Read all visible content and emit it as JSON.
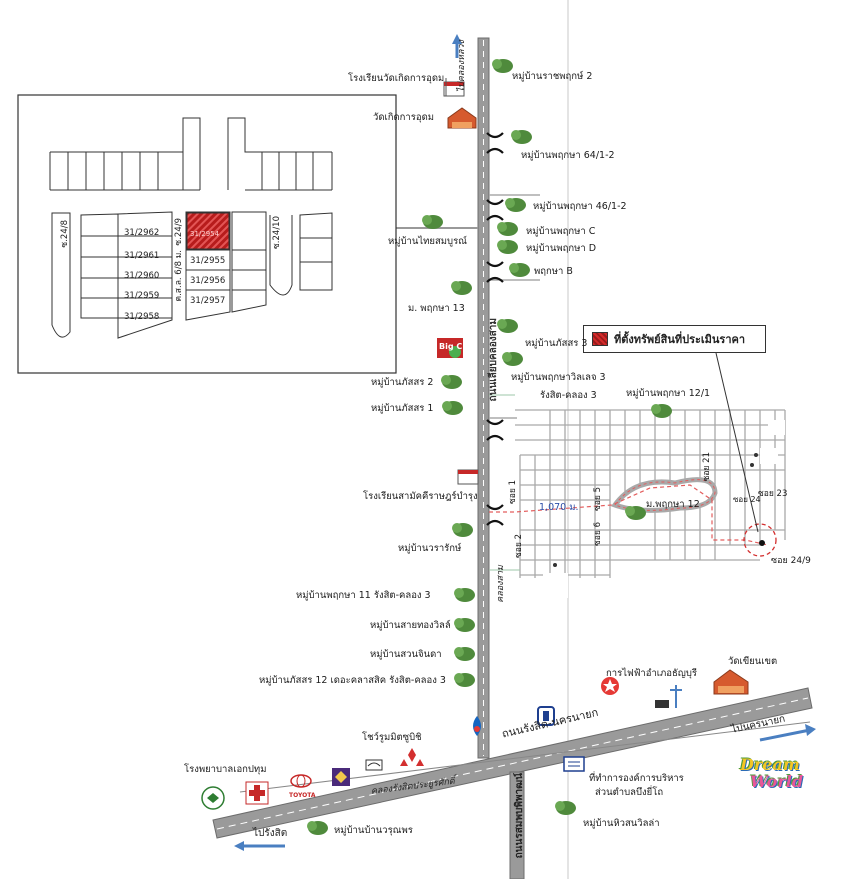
{
  "legend": {
    "label": "ที่ตั้งทรัพย์สินที่ประเมินราคา",
    "color": "#c62828"
  },
  "colors": {
    "road": "#9a9a9a",
    "road_edge": "#6c6c6c",
    "village": "#4f8a3c",
    "marker": "#d32f2f",
    "water": "#9ec7a9"
  },
  "roads": {
    "main_vertical": "ถนนเลียบคลองสาม",
    "canal": "คลองสาม",
    "to_north": "ไปคลองหลวง",
    "main_diagonal": "ถนนรังสิต-นครนายก",
    "canal_diagonal": "คลองรังสิตประยูรศักดิ์",
    "to_west": "ไปรังสิต",
    "to_east": "ไปนครนายก",
    "south_road": "ถนนรสมพบพิพาฒน์"
  },
  "places": {
    "school_wat": "โรงเรียนวัดเกิดการอุดม",
    "wat": "วัดเกิดการอุดม",
    "v_ratchaphruk2": "หมู่บ้านราชพฤกษ์ 2",
    "v_phruksa_64": "หมู่บ้านพฤกษา 64/1-2",
    "v_phruksa_46": "หมู่บ้านพฤกษา 46/1-2",
    "v_thaisombun": "หมู่บ้านไทยสมบูรณ์",
    "v_phruksa_c": "หมู่บ้านพฤกษา C",
    "v_phruksa_d": "หมู่บ้านพฤกษา D",
    "v_phruksa_b": "พฤกษา B",
    "v_phruksa_13": "ม. พฤกษา 13",
    "big_c": "Big C",
    "v_phatsorn3": "หมู่บ้านภัสสร 3",
    "v_phruksa_ville3": "หมู่บ้านพฤกษาวิลเลจ 3",
    "rangsit_khlong3": "รังสิต-คลอง 3",
    "v_phatsorn2": "หมู่บ้านภัสสร 2",
    "v_phatsorn1": "หมู่บ้านภัสสร 1",
    "v_phruksa_12_1": "หมู่บ้านพฤกษา 12/1",
    "school_samakkhi": "โรงเรียนสามัคคีราษฎร์บำรุง",
    "v_phruksa12": "ม.พฤกษา 12",
    "distance": "1,070 ม.",
    "v_wararak": "หมู่บ้านวรารักษ์",
    "v_phruksa_11": "หมู่บ้านพฤกษา 11 รังสิต-คลอง 3",
    "v_saithong": "หมู่บ้านสายทองวิลล์",
    "v_suanchinda": "หมู่บ้านสวนจินดา",
    "v_phatsorn12": "หมู่บ้านภัสสร 12 เดอะคลาสสิค รังสิต-คลอง 3",
    "pea": "การไฟฟ้าอำเภอธัญบุรี",
    "wat_khian": "วัดเขียนเขต",
    "mitsubishi": "โชว์รูมมิตซูบิชิ",
    "hospital": "โรงพยาบาลเอกปทุม",
    "toyota": "TOYOTA",
    "sao": "ที่ทำการองค์การบริหาร",
    "sao2": "ส่วนตำบลบึงยี่โถ",
    "v_whistan": "หมู่บ้านหิวสนวิลล่า",
    "v_warunphon": "หมู่บ้านบ้านวรุณพร",
    "dream_world_1": "Dream",
    "dream_world_2": "World"
  },
  "soi": {
    "soi1": "ซอย 1",
    "soi2": "ซอย 2",
    "soi5": "ซอย 5",
    "soi6": "ซอย 6",
    "soi21": "ซอย 21",
    "soi23": "ซอย 23",
    "soi24": "ซอย 24",
    "soi24_9": "ซอย 24/9"
  },
  "inset": {
    "soi_24_8": "ซ.24/8",
    "soi_24_9": "ซ.24/9",
    "soi_24_10": "ซ.24/10",
    "road_6_8": "ค.ส.ล. 6/8 ม.",
    "lots_left": [
      "31/2962",
      "31/2961",
      "31/2960",
      "31/2959",
      "31/2958"
    ],
    "lots_right": [
      "31/2955",
      "31/2956",
      "31/2957"
    ],
    "subject_lot": "31/2954"
  }
}
